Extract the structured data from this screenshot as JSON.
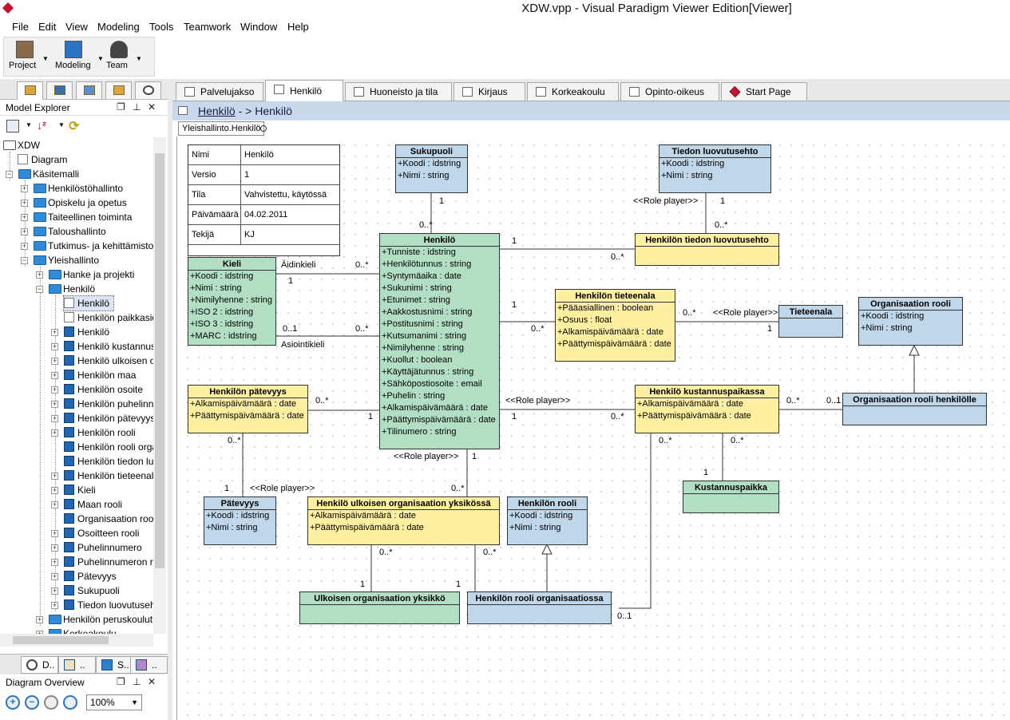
{
  "window": {
    "title": "XDW.vpp - Visual Paradigm Viewer Edition[Viewer]"
  },
  "menu": [
    "File",
    "Edit",
    "View",
    "Modeling",
    "Tools",
    "Teamwork",
    "Window",
    "Help"
  ],
  "toolbar": {
    "project": "Project",
    "modeling": "Modeling",
    "team": "Team"
  },
  "model_explorer": {
    "title": "Model Explorer",
    "tree": [
      {
        "label": "XDW"
      },
      {
        "label": "Diagram"
      },
      {
        "label": "Käsitemalli"
      },
      {
        "label": "Henkilöstöhallinto"
      },
      {
        "label": "Opiskelu ja opetus"
      },
      {
        "label": "Taiteellinen toiminta"
      },
      {
        "label": "Taloushallinto"
      },
      {
        "label": "Tutkimus- ja kehittämistoiminta"
      },
      {
        "label": "Yleishallinto"
      },
      {
        "label": "Hanke ja projekti"
      },
      {
        "label": "Henkilö"
      },
      {
        "label": "Henkilö"
      },
      {
        "label": "Henkilön paikkasidonnaisuus"
      },
      {
        "label": "Henkilö"
      },
      {
        "label": "Henkilö kustannuspaikassa"
      },
      {
        "label": "Henkilö ulkoisen organisaation yksikössä"
      },
      {
        "label": "Henkilön maa"
      },
      {
        "label": "Henkilön osoite"
      },
      {
        "label": "Henkilön puhelinnumero"
      },
      {
        "label": "Henkilön pätevyys"
      },
      {
        "label": "Henkilön rooli"
      },
      {
        "label": "Henkilön rooli organisaatiossa"
      },
      {
        "label": "Henkilön tiedon luovutusehto"
      },
      {
        "label": "Henkilön tieteenala"
      },
      {
        "label": "Kieli"
      },
      {
        "label": "Maan rooli"
      },
      {
        "label": "Organisaation rooli"
      },
      {
        "label": "Osoitteen rooli"
      },
      {
        "label": "Puhelinnumero"
      },
      {
        "label": "Puhelinnumeron rooli"
      },
      {
        "label": "Pätevyys"
      },
      {
        "label": "Sukupuoli"
      },
      {
        "label": "Tiedon luovutusehto"
      },
      {
        "label": "Henkilön peruskoulutus"
      },
      {
        "label": "Korkeakoulu"
      }
    ]
  },
  "bottom_tabs": [
    "D..",
    "..",
    "S..",
    ".."
  ],
  "diagram_overview": {
    "title": "Diagram Overview",
    "zoom": "100%"
  },
  "doc_tabs": [
    "Palvelujakso",
    "Henkilö",
    "Huoneisto ja tila",
    "Kirjaus",
    "Korkeakoulu",
    "Opinto-oikeus",
    "Start Page"
  ],
  "diagram": {
    "breadcrumb_link": "Henkilö",
    "breadcrumb_rest": " - > Henkilö",
    "path": "Yleishallinto.Henkilö",
    "meta_table": [
      {
        "k": "Nimi",
        "v": "Henkilö"
      },
      {
        "k": "Versio",
        "v": "1"
      },
      {
        "k": "Tila",
        "v": "Vahvistettu, käytössä"
      },
      {
        "k": "Päivämäärä",
        "v": "04.02.2011"
      },
      {
        "k": "Tekijä",
        "v": "KJ"
      }
    ],
    "classes": {
      "sukupuoli": {
        "name": "Sukupuoli",
        "attrs": [
          "+Koodi : idstring",
          "+Nimi : string"
        ]
      },
      "tiedon_luovutusehto": {
        "name": "Tiedon luovutusehto",
        "attrs": [
          "+Koodi : idstring",
          "+Nimi : string"
        ]
      },
      "henkilon_tiedon_luovutusehto": {
        "name": "Henkilön tiedon luovutusehto",
        "attrs": []
      },
      "kieli": {
        "name": "Kieli",
        "attrs": [
          "+Koodi : idstring",
          "+Nimi : string",
          "+Nimilyhenne : string",
          "+ISO 2 : idstring",
          "+ISO 3 : idstring",
          "+MARC : idstring"
        ]
      },
      "henkilo": {
        "name": "Henkilö",
        "attrs": [
          "+Tunniste : idstring",
          "+Henkilötunnus : string",
          "+Syntymäaika : date",
          "+Sukunimi : string",
          "+Etunimet : string",
          "+Aakkostusnimi : string",
          "+Postitusnimi : string",
          "+Kutsumanimi : string",
          "+Nimilyhenne : string",
          "+Kuollut : boolean",
          "+Käyttäjätunnus : string",
          "+Sähköpostiosoite : email",
          "+Puhelin : string",
          "+Alkamispäivämäärä : date",
          "+Päättymispäivämäärä : date",
          "+Tilinumero : string"
        ]
      },
      "henkilon_tieteenala": {
        "name": "Henkilön tieteenala",
        "attrs": [
          "+Pääasiallinen : boolean",
          "+Osuus : float",
          "+Alkamispäivämäärä : date",
          "+Päättymispäivämäärä : date"
        ]
      },
      "tieteenala": {
        "name": "Tieteenala",
        "attrs": []
      },
      "organisaation_rooli": {
        "name": "Organisaation rooli",
        "attrs": [
          "+Koodi : idstring",
          "+Nimi : string"
        ]
      },
      "henkilon_patevyys": {
        "name": "Henkilön pätevyys",
        "attrs": [
          "+Alkamispäivämäärä : date",
          "+Päättymispäivämäärä : date"
        ]
      },
      "henkilo_kustannuspaikassa": {
        "name": "Henkilö kustannuspaikassa",
        "attrs": [
          "+Alkamispäivämäärä : date",
          "+Päättymispäivämäärä : date"
        ]
      },
      "organisaation_rooli_henkilolle": {
        "name": "Organisaation rooli henkilölle",
        "attrs": []
      },
      "kustannuspaikka": {
        "name": "Kustannuspaikka",
        "attrs": []
      },
      "patevyys": {
        "name": "Pätevyys",
        "attrs": [
          "+Koodi : idstring",
          "+Nimi : string"
        ]
      },
      "henkilo_ulkoisen": {
        "name": "Henkilö ulkoisen organisaation yksikössä",
        "attrs": [
          "+Alkamispäivämäärä : date",
          "+Päättymispäivämäärä : date"
        ]
      },
      "henkilon_rooli": {
        "name": "Henkilön rooli",
        "attrs": [
          "+Koodi : idstring",
          "+Nimi : string"
        ]
      },
      "ulkoisen_yksikko": {
        "name": "Ulkoisen organisaation yksikkö",
        "attrs": []
      },
      "henkilon_rooli_org": {
        "name": "Henkilön rooli organisaatiossa",
        "attrs": []
      }
    },
    "labels": {
      "l1": "1",
      "l2": "0..*",
      "l3": "<<Role player>>",
      "l4": "1",
      "l5": "0..*",
      "l6": "1",
      "l7": "0..*",
      "aidinkieli": "Äidinkieli",
      "l8": "0..*",
      "l9": "1",
      "l10": "0..1",
      "l11": "0..*",
      "asiointikieli": "Asiointikieli",
      "l12": "1",
      "l13": "0..*",
      "l14": "0..*",
      "l15": "<<Role player>>",
      "l16": "1",
      "l17": "0..*",
      "l18": "1",
      "l19": "<<Role player>>",
      "l20": "1",
      "l21": "0..*",
      "l22": "0..*",
      "l23": "0..1",
      "l24": "0..*",
      "l25": "0..*",
      "l26": "1",
      "l27": "0..*",
      "l28": "1",
      "l29": "<<Role player>>",
      "l30": "<<Role player>>",
      "l31": "1",
      "l32": "0..*",
      "l33": "0..*",
      "l34": "0..*",
      "l35": "1",
      "l36": "1",
      "l37": "0..1"
    }
  }
}
